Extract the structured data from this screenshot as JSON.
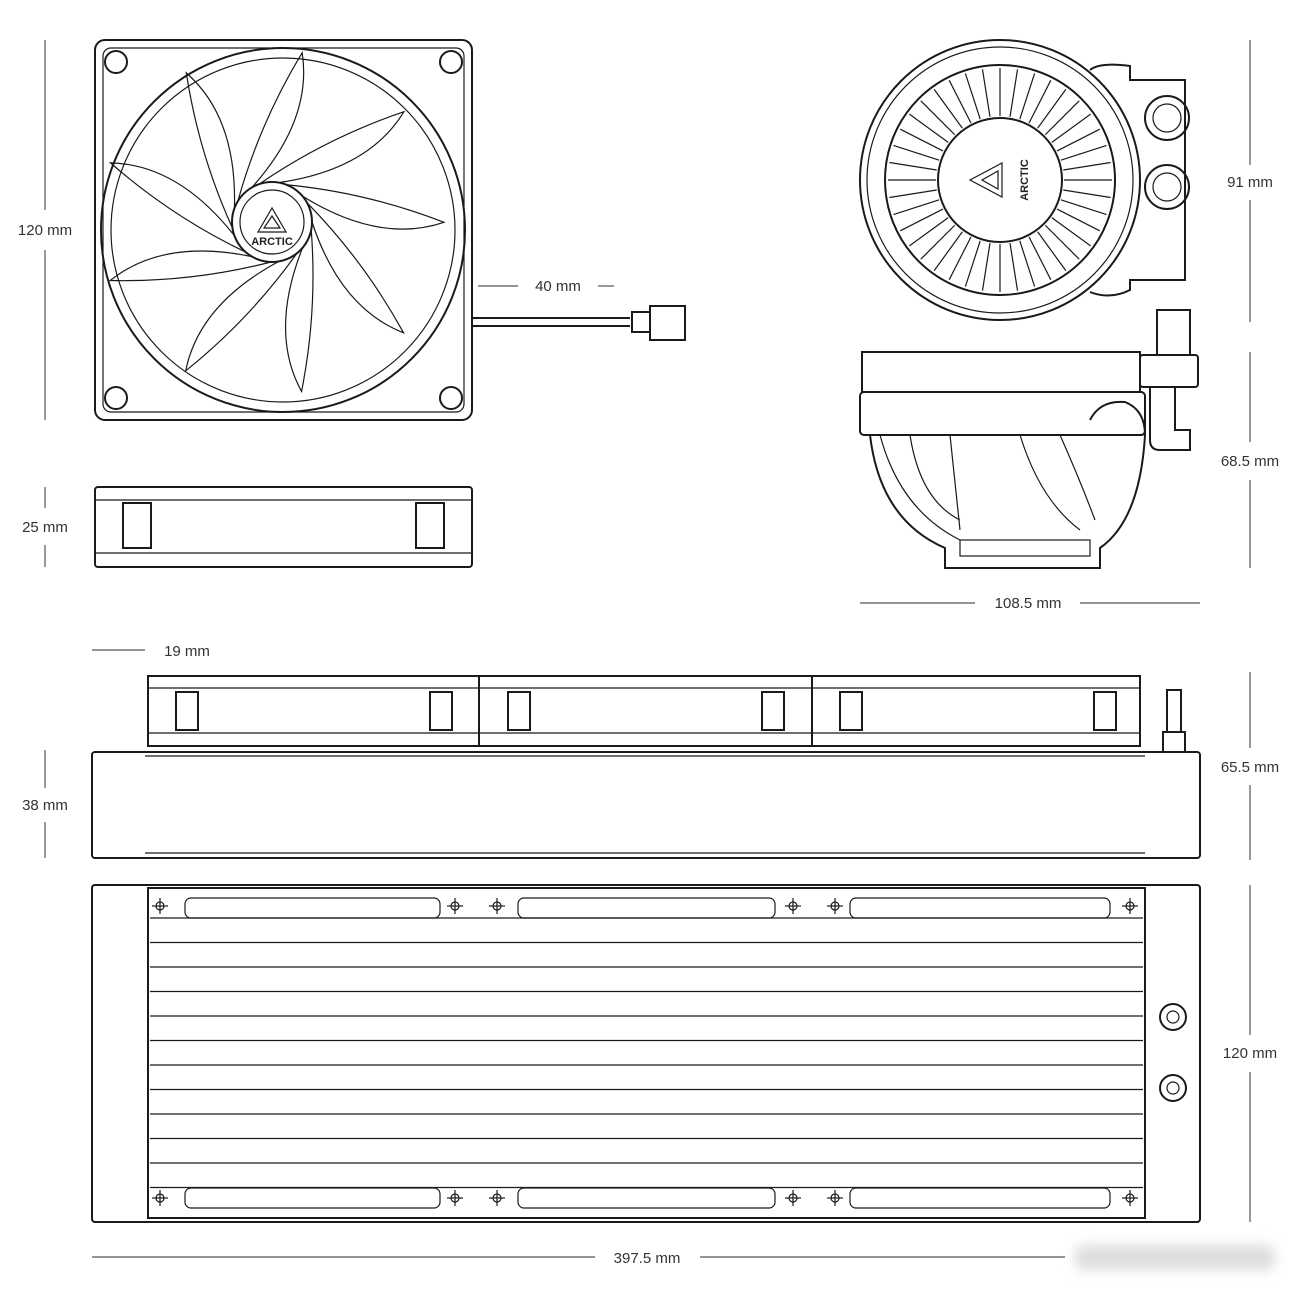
{
  "brand": "ARCTIC",
  "dimensions": {
    "fan_height": "120 mm",
    "cable_length": "40 mm",
    "fan_thickness": "25 mm",
    "pump_height": "91 mm",
    "pump_depth": "68.5 mm",
    "pump_width": "108.5 mm",
    "fitting_offset": "19 mm",
    "radiator_thickness": "38 mm",
    "radiator_with_fans": "65.5 mm",
    "radiator_width": "120 mm",
    "radiator_length": "397.5 mm"
  }
}
